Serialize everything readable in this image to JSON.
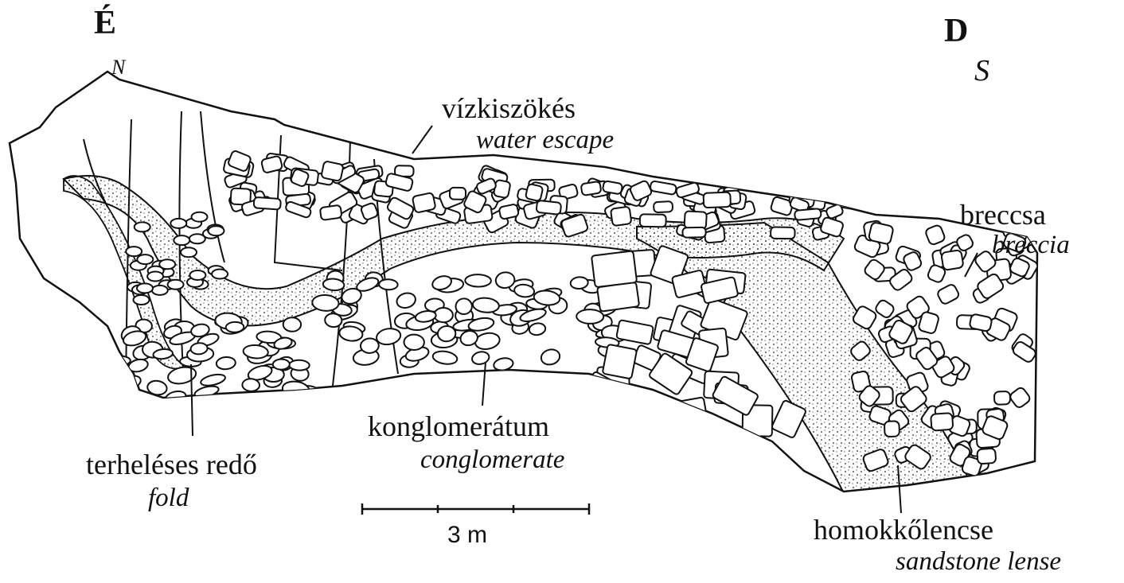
{
  "directions": {
    "north_hu": "É",
    "north_en": "N",
    "south_hu": "D",
    "south_en": "S"
  },
  "labels": {
    "water_escape": {
      "hu": "vízkiszökés",
      "en": "water escape"
    },
    "breccia": {
      "hu": "breccsa",
      "en": "breccia"
    },
    "conglomerate": {
      "hu": "konglomerátum",
      "en": "conglomerate"
    },
    "fold": {
      "hu": "terheléses redő",
      "en": "fold"
    },
    "sandstone_lens": {
      "hu": "homokkőlencse",
      "en": "sandstone lense"
    }
  },
  "scale_bar": {
    "label": "3 m"
  },
  "colors": {
    "ink": "#111111",
    "background": "#ffffff"
  }
}
